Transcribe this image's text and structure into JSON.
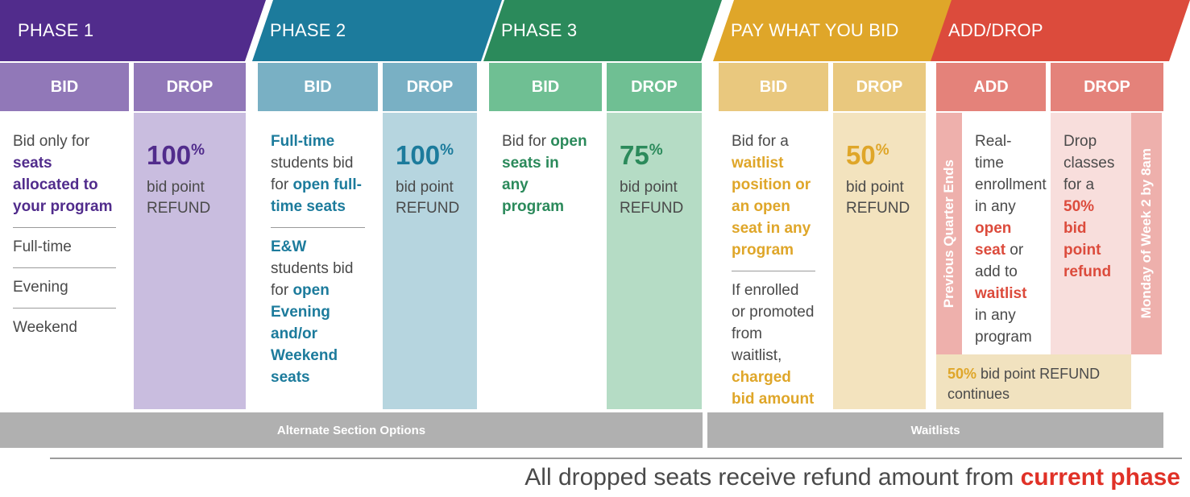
{
  "colors": {
    "purple": "#512C8C",
    "purple_head": "#9178B8",
    "purple_body": "#C9BDDF",
    "teal": "#1C7B9C",
    "teal_head": "#79B0C4",
    "teal_body": "#B6D5DF",
    "green": "#2B8A5B",
    "green_head": "#6FBF93",
    "green_body": "#B5DCC5",
    "gold": "#DFA629",
    "gold_head": "#E9C87E",
    "gold_body": "#F3E3BE",
    "red": "#DC4B3C",
    "red_head": "#E4827A",
    "red_body": "#F8DEDC",
    "red_side": "#EEB0AC",
    "gray_bar": "#B0B0B0",
    "text": "#4a4a4a",
    "accent_red": "#e03127"
  },
  "phases": [
    {
      "title": "PHASE 1",
      "accent": "#512C8C",
      "bid": {
        "header": "BID",
        "lead_plain": "Bid only for ",
        "lead_bold": "seats allocated to your program",
        "options": [
          "Full-time",
          "Evening",
          "Weekend"
        ]
      },
      "drop": {
        "header": "DROP",
        "pct": "100",
        "pct_sup": "%",
        "sub_line1": "bid point",
        "sub_line2": "REFUND"
      }
    },
    {
      "title": "PHASE 2",
      "accent": "#1C7B9C",
      "bid": {
        "header": "BID",
        "block1": [
          {
            "t": "Full-time",
            "b": true
          },
          {
            "t": " students bid for ",
            "b": false
          },
          {
            "t": "open full-time seats",
            "b": true
          }
        ],
        "block2": [
          {
            "t": "E&W",
            "b": true
          },
          {
            "t": " students bid for ",
            "b": false
          },
          {
            "t": "open Evening and/or Weekend seats",
            "b": true
          }
        ]
      },
      "drop": {
        "header": "DROP",
        "pct": "100",
        "pct_sup": "%",
        "sub_line1": "bid point",
        "sub_line2": "REFUND"
      }
    },
    {
      "title": "PHASE 3",
      "accent": "#2B8A5B",
      "bid": {
        "header": "BID",
        "block1": [
          {
            "t": "Bid for ",
            "b": false
          },
          {
            "t": "open seats in any program",
            "b": true
          }
        ]
      },
      "drop": {
        "header": "DROP",
        "pct": "75",
        "pct_sup": "%",
        "sub_line1": "bid point",
        "sub_line2": "REFUND"
      }
    },
    {
      "title": "PAY WHAT YOU BID",
      "accent": "#DFA629",
      "bid": {
        "header": "BID",
        "block1": [
          {
            "t": "Bid for a ",
            "b": false
          },
          {
            "t": "waitlist position or an open seat in any program",
            "b": true
          }
        ],
        "block2": [
          {
            "t": "If enrolled or promoted from waitlist, ",
            "b": false
          },
          {
            "t": "charged bid amount",
            "b": true
          }
        ]
      },
      "drop": {
        "header": "DROP",
        "pct": "50",
        "pct_sup": "%",
        "sub_line1": "bid point",
        "sub_line2": "REFUND"
      }
    },
    {
      "title": "ADD/DROP",
      "accent": "#DC4B3C",
      "side_label_left": "Previous Quarter Ends",
      "side_label_right": "Monday of Week 2 by 8am",
      "add": {
        "header": "ADD",
        "block1": [
          {
            "t": "Real-time enrollment in any ",
            "b": false
          },
          {
            "t": "open seat",
            "b": true
          },
          {
            "t": " or add to ",
            "b": false
          },
          {
            "t": "waitlist",
            "b": true
          },
          {
            "t": " in any program",
            "b": false
          }
        ]
      },
      "drop": {
        "header": "DROP",
        "block1": [
          {
            "t": "Drop classes for a ",
            "b": false
          },
          {
            "t": "50% bid point refund",
            "b": true
          }
        ]
      },
      "continuation": {
        "highlight": "50%",
        "rest": " bid point REFUND continues"
      }
    }
  ],
  "gray_bars": [
    {
      "label": "Alternate Section Options"
    },
    {
      "label": "Waitlists"
    }
  ],
  "footnote": {
    "plain": "All dropped seats receive refund amount from ",
    "highlight": "current phase"
  }
}
